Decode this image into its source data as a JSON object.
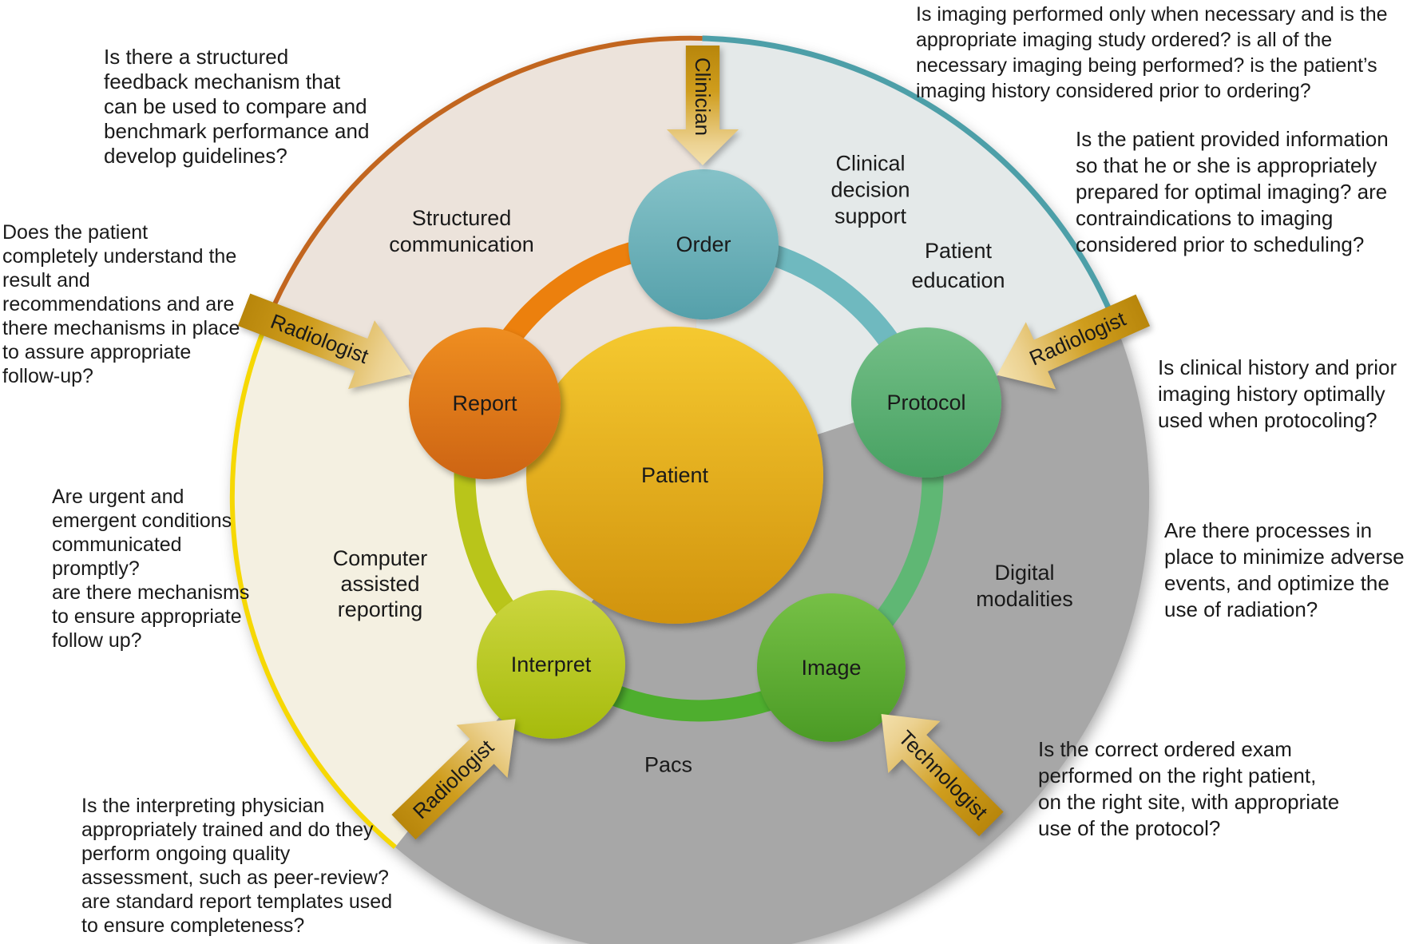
{
  "patient": {
    "label": "Patient"
  },
  "nodes": [
    {
      "label": "Order"
    },
    {
      "label": "Protocol"
    },
    {
      "label": "Image"
    },
    {
      "label": "Interpret"
    },
    {
      "label": "Report"
    }
  ],
  "actors": [
    {
      "label": "Clinician"
    },
    {
      "label": "Radiologist"
    },
    {
      "label": "Radiologist"
    },
    {
      "label": "Radiologist"
    },
    {
      "label": "Technologist"
    }
  ],
  "segments": [
    {
      "label": "Structured\ncommunication"
    },
    {
      "label": "Clinical\ndecision\nsupport"
    },
    {
      "label": "Patient\neducation"
    },
    {
      "label": "Digital\nmodalities"
    },
    {
      "label": "Pacs"
    },
    {
      "label": "Computer\nassisted\nreporting"
    }
  ],
  "questions": {
    "top_left": "Is there a structured\nfeedback mechanism that\ncan be used to compare and\nbenchmark performance and\ndevelop guidelines?",
    "left": "Does the patient\ncompletely understand the\nresult and\nrecommendations and are\nthere mechanisms in place\nto assure appropriate\nfollow-up?",
    "mid_left": "Are urgent and\nemergent conditions\ncommunicated\npromptly?\nare there mechanisms\nto ensure appropriate\nfollow up?",
    "bottom_left": "Is the interpreting physician\nappropriately trained and do they\nperform ongoing quality\nassessment, such as peer-review?\nare standard report templates used\nto ensure completeness?",
    "top_right": "Is imaging performed only when necessary and is the\nappropriate imaging study ordered? is all of the\nnecessary imaging being performed? is the patient’s\nimaging history considered prior to ordering?",
    "right_upper": "Is the patient provided information\nso that he or she is appropriately\nprepared for optimal imaging? are\ncontraindications to imaging\nconsidered prior to scheduling?",
    "right_mid": "Is clinical history and prior\nimaging history optimally\nused when protocoling?",
    "right_lower": "Are there processes in\nplace to minimize adverse\nevents, and optimize the\nuse of radiation?",
    "bottom_right": "Is the correct ordered exam\nperformed on the right patient,\non the right site, with appropriate\nuse of the protocol?"
  },
  "colors": {
    "wedge_top_left": "#ece3db",
    "wedge_top_right": "#e4e9e9",
    "wedge_right_bottom": "#a7a7a7",
    "wedge_left_bottom": "#f4f0e1",
    "rim_orange": "#c2661f",
    "rim_teal": "#4d9fa8",
    "rim_yellow": "#f6d803",
    "node_order": "#6bb1ba",
    "node_report": "#de7a1a",
    "node_protocol": "#5bb175",
    "node_interpret": "#bac922",
    "node_image": "#60ae36",
    "node_patient": "#e8b01e",
    "arc_report_order": "#ec800d",
    "arc_order_protocol": "#6fb9bf",
    "arc_protocol_image": "#5fb774",
    "arc_image_interpret": "#4eae2e",
    "arc_interpret_report": "#b9c51a",
    "arrow_dark": "#b8860b",
    "arrow_light": "#f3e1ad",
    "text": "#1a1a1a"
  }
}
